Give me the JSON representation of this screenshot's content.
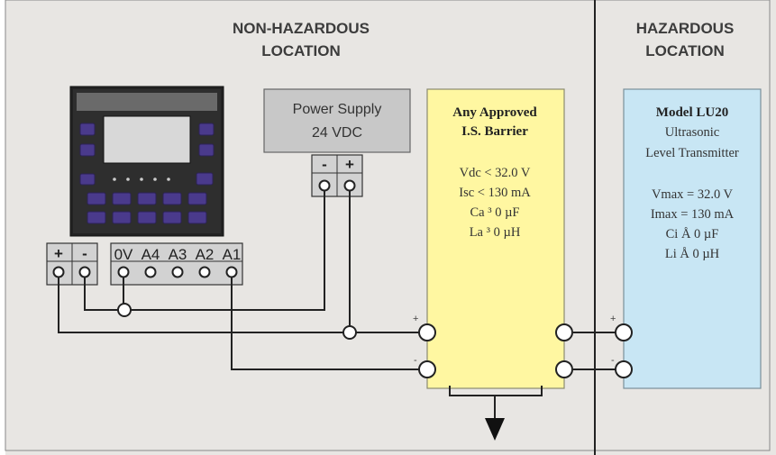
{
  "regions": {
    "non_hazardous": [
      "NON-HAZARDOUS",
      "LOCATION"
    ],
    "hazardous": [
      "HAZARDOUS",
      "LOCATION"
    ]
  },
  "power_supply": {
    "lines": [
      "Power Supply",
      "24 VDC"
    ],
    "terminals": [
      "-",
      "+"
    ]
  },
  "controller": {
    "power_terminals": [
      "+",
      "-"
    ],
    "io_terminals": [
      "0V",
      "A4",
      "A3",
      "A2",
      "A1"
    ]
  },
  "barrier": {
    "title": [
      "Any Approved",
      "I.S. Barrier"
    ],
    "specs": [
      "Vdc < 32.0 V",
      "Isc < 130 mA",
      "Ca ³ 0 µF",
      "La ³ 0 µH"
    ],
    "signs": [
      "+",
      "-"
    ]
  },
  "transmitter": {
    "title": "Model LU20",
    "subtitle": [
      "Ultrasonic",
      "Level Transmitter"
    ],
    "specs": [
      "Vmax = 32.0 V",
      "Imax = 130 mA",
      "Ci Å 0 µF",
      "Li Å 0 µH"
    ],
    "signs": [
      "+",
      "-"
    ]
  },
  "colors": {
    "non_hazardous_bg": "#e8e6e3",
    "barrier_fill": "#fff7a1",
    "transmitter_fill": "#c8e6f4",
    "power_supply_fill": "#c8c8c8",
    "controller_body": "#202020",
    "key_color": "#4a3a8c"
  }
}
